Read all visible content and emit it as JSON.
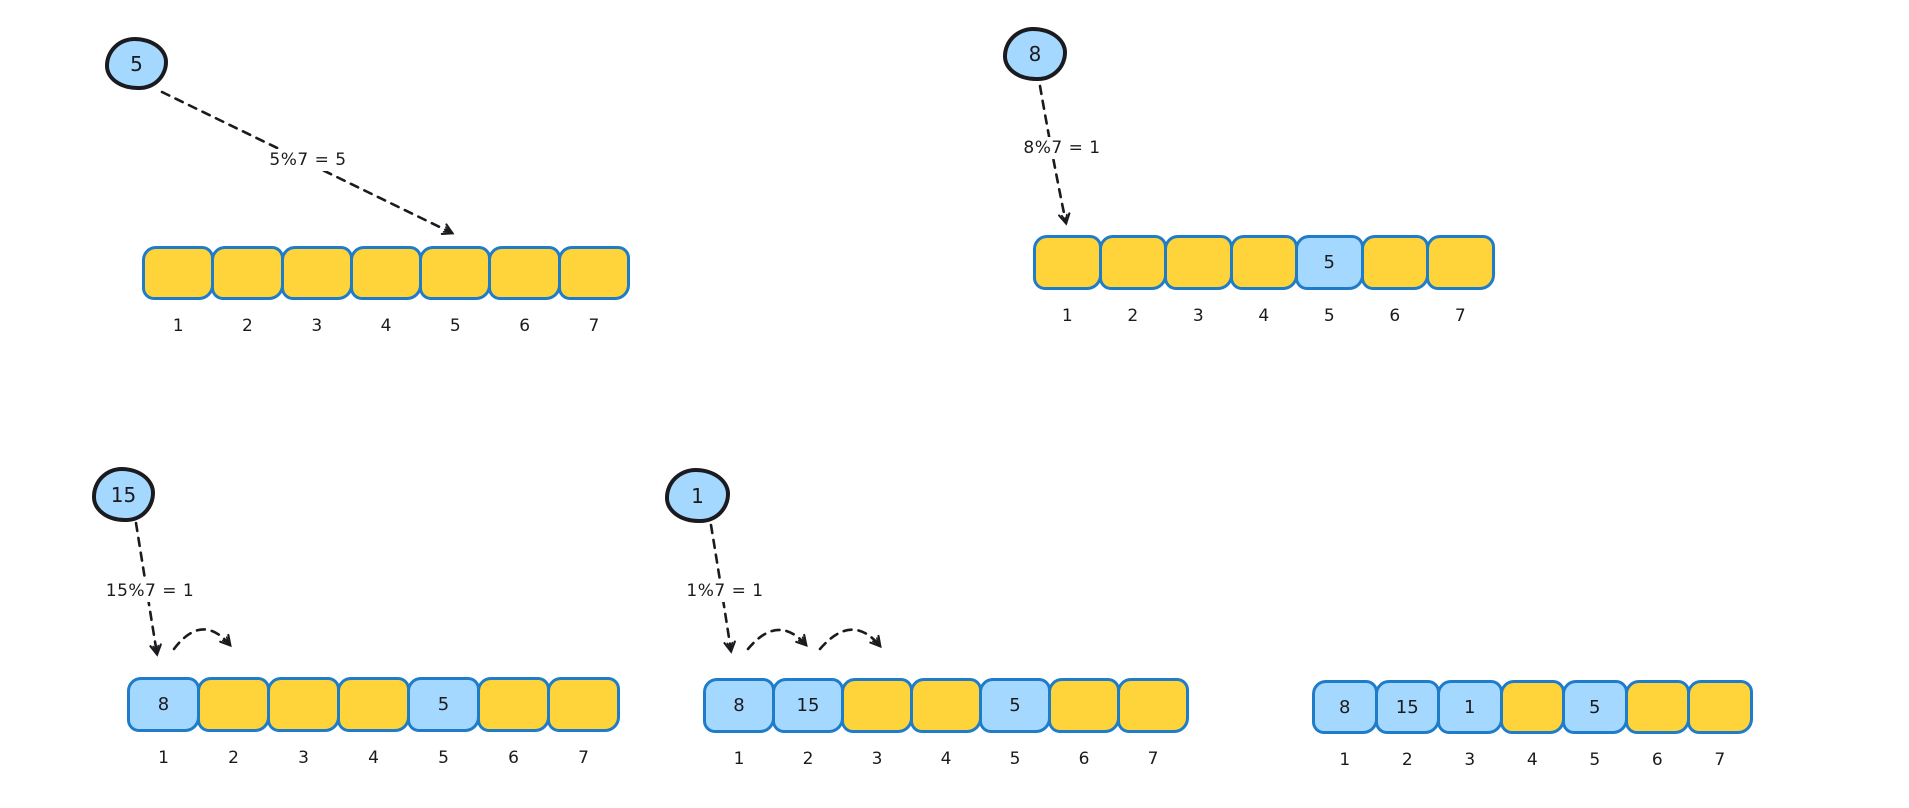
{
  "colors": {
    "background": "#ffffff",
    "cell_fill": "#ffd43b",
    "highlight_fill": "#a5d8ff",
    "cell_stroke": "#1e7cc8",
    "ink": "#1b1b1f"
  },
  "diagrams": [
    {
      "name": "insert-5",
      "circle_value": "5",
      "formula": "5%7 = 5",
      "cells": [
        "",
        "",
        "",
        "",
        "",
        "",
        ""
      ],
      "indexes": [
        "1",
        "2",
        "3",
        "4",
        "5",
        "6",
        "7"
      ]
    },
    {
      "name": "insert-8",
      "circle_value": "8",
      "formula": "8%7 = 1",
      "cells": [
        "",
        "",
        "",
        "",
        "5",
        "",
        ""
      ],
      "indexes": [
        "1",
        "2",
        "3",
        "4",
        "5",
        "6",
        "7"
      ]
    },
    {
      "name": "insert-15",
      "circle_value": "15",
      "formula": "15%7 = 1",
      "cells": [
        "8",
        "",
        "",
        "",
        "5",
        "",
        ""
      ],
      "indexes": [
        "1",
        "2",
        "3",
        "4",
        "5",
        "6",
        "7"
      ]
    },
    {
      "name": "insert-1",
      "circle_value": "1",
      "formula": "1%7 = 1",
      "cells": [
        "8",
        "15",
        "",
        "",
        "5",
        "",
        ""
      ],
      "indexes": [
        "1",
        "2",
        "3",
        "4",
        "5",
        "6",
        "7"
      ]
    },
    {
      "name": "final-state",
      "cells": [
        "8",
        "15",
        "1",
        "",
        "5",
        "",
        ""
      ],
      "indexes": [
        "1",
        "2",
        "3",
        "4",
        "5",
        "6",
        "7"
      ]
    }
  ]
}
